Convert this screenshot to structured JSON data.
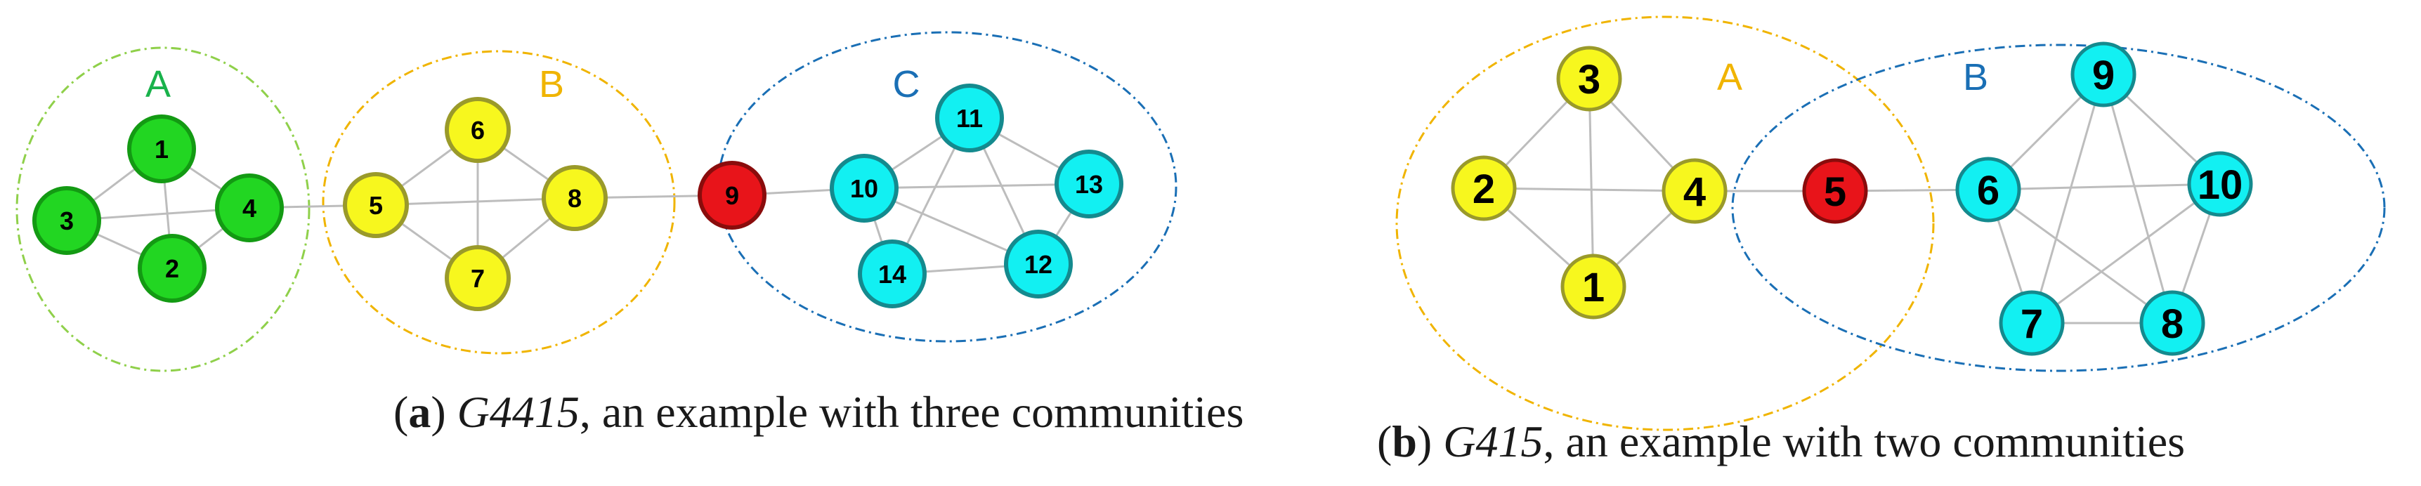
{
  "panels": [
    {
      "id": "a",
      "caption": {
        "label": "a",
        "graph_name": "G4415",
        "text": ", an example with three communities"
      },
      "communities": [
        {
          "label": "A",
          "color": "#19b24b"
        },
        {
          "label": "B",
          "color": "#f0b400"
        },
        {
          "label": "C",
          "color": "#1a6fb5"
        }
      ],
      "nodes": [
        "1",
        "2",
        "3",
        "4",
        "5",
        "6",
        "7",
        "8",
        "9",
        "10",
        "11",
        "12",
        "13",
        "14"
      ]
    },
    {
      "id": "b",
      "caption": {
        "label": "b",
        "graph_name": "G415",
        "text": ", an example with two communities"
      },
      "communities": [
        {
          "label": "A",
          "color": "#f0b400"
        },
        {
          "label": "B",
          "color": "#1a6fb5"
        }
      ],
      "nodes": [
        "1",
        "2",
        "3",
        "4",
        "5",
        "6",
        "7",
        "8",
        "9",
        "10"
      ]
    }
  ],
  "colors": {
    "green_node": "#22d622",
    "green_stroke": "#139a13",
    "yellow_node": "#f7f71e",
    "yellow_stroke": "#9a9a2a",
    "red_node": "#e8141a",
    "red_stroke": "#8a0c0c",
    "cyan_node": "#12f0f2",
    "cyan_stroke": "#148a8e",
    "edge": "#bdbdbd"
  }
}
